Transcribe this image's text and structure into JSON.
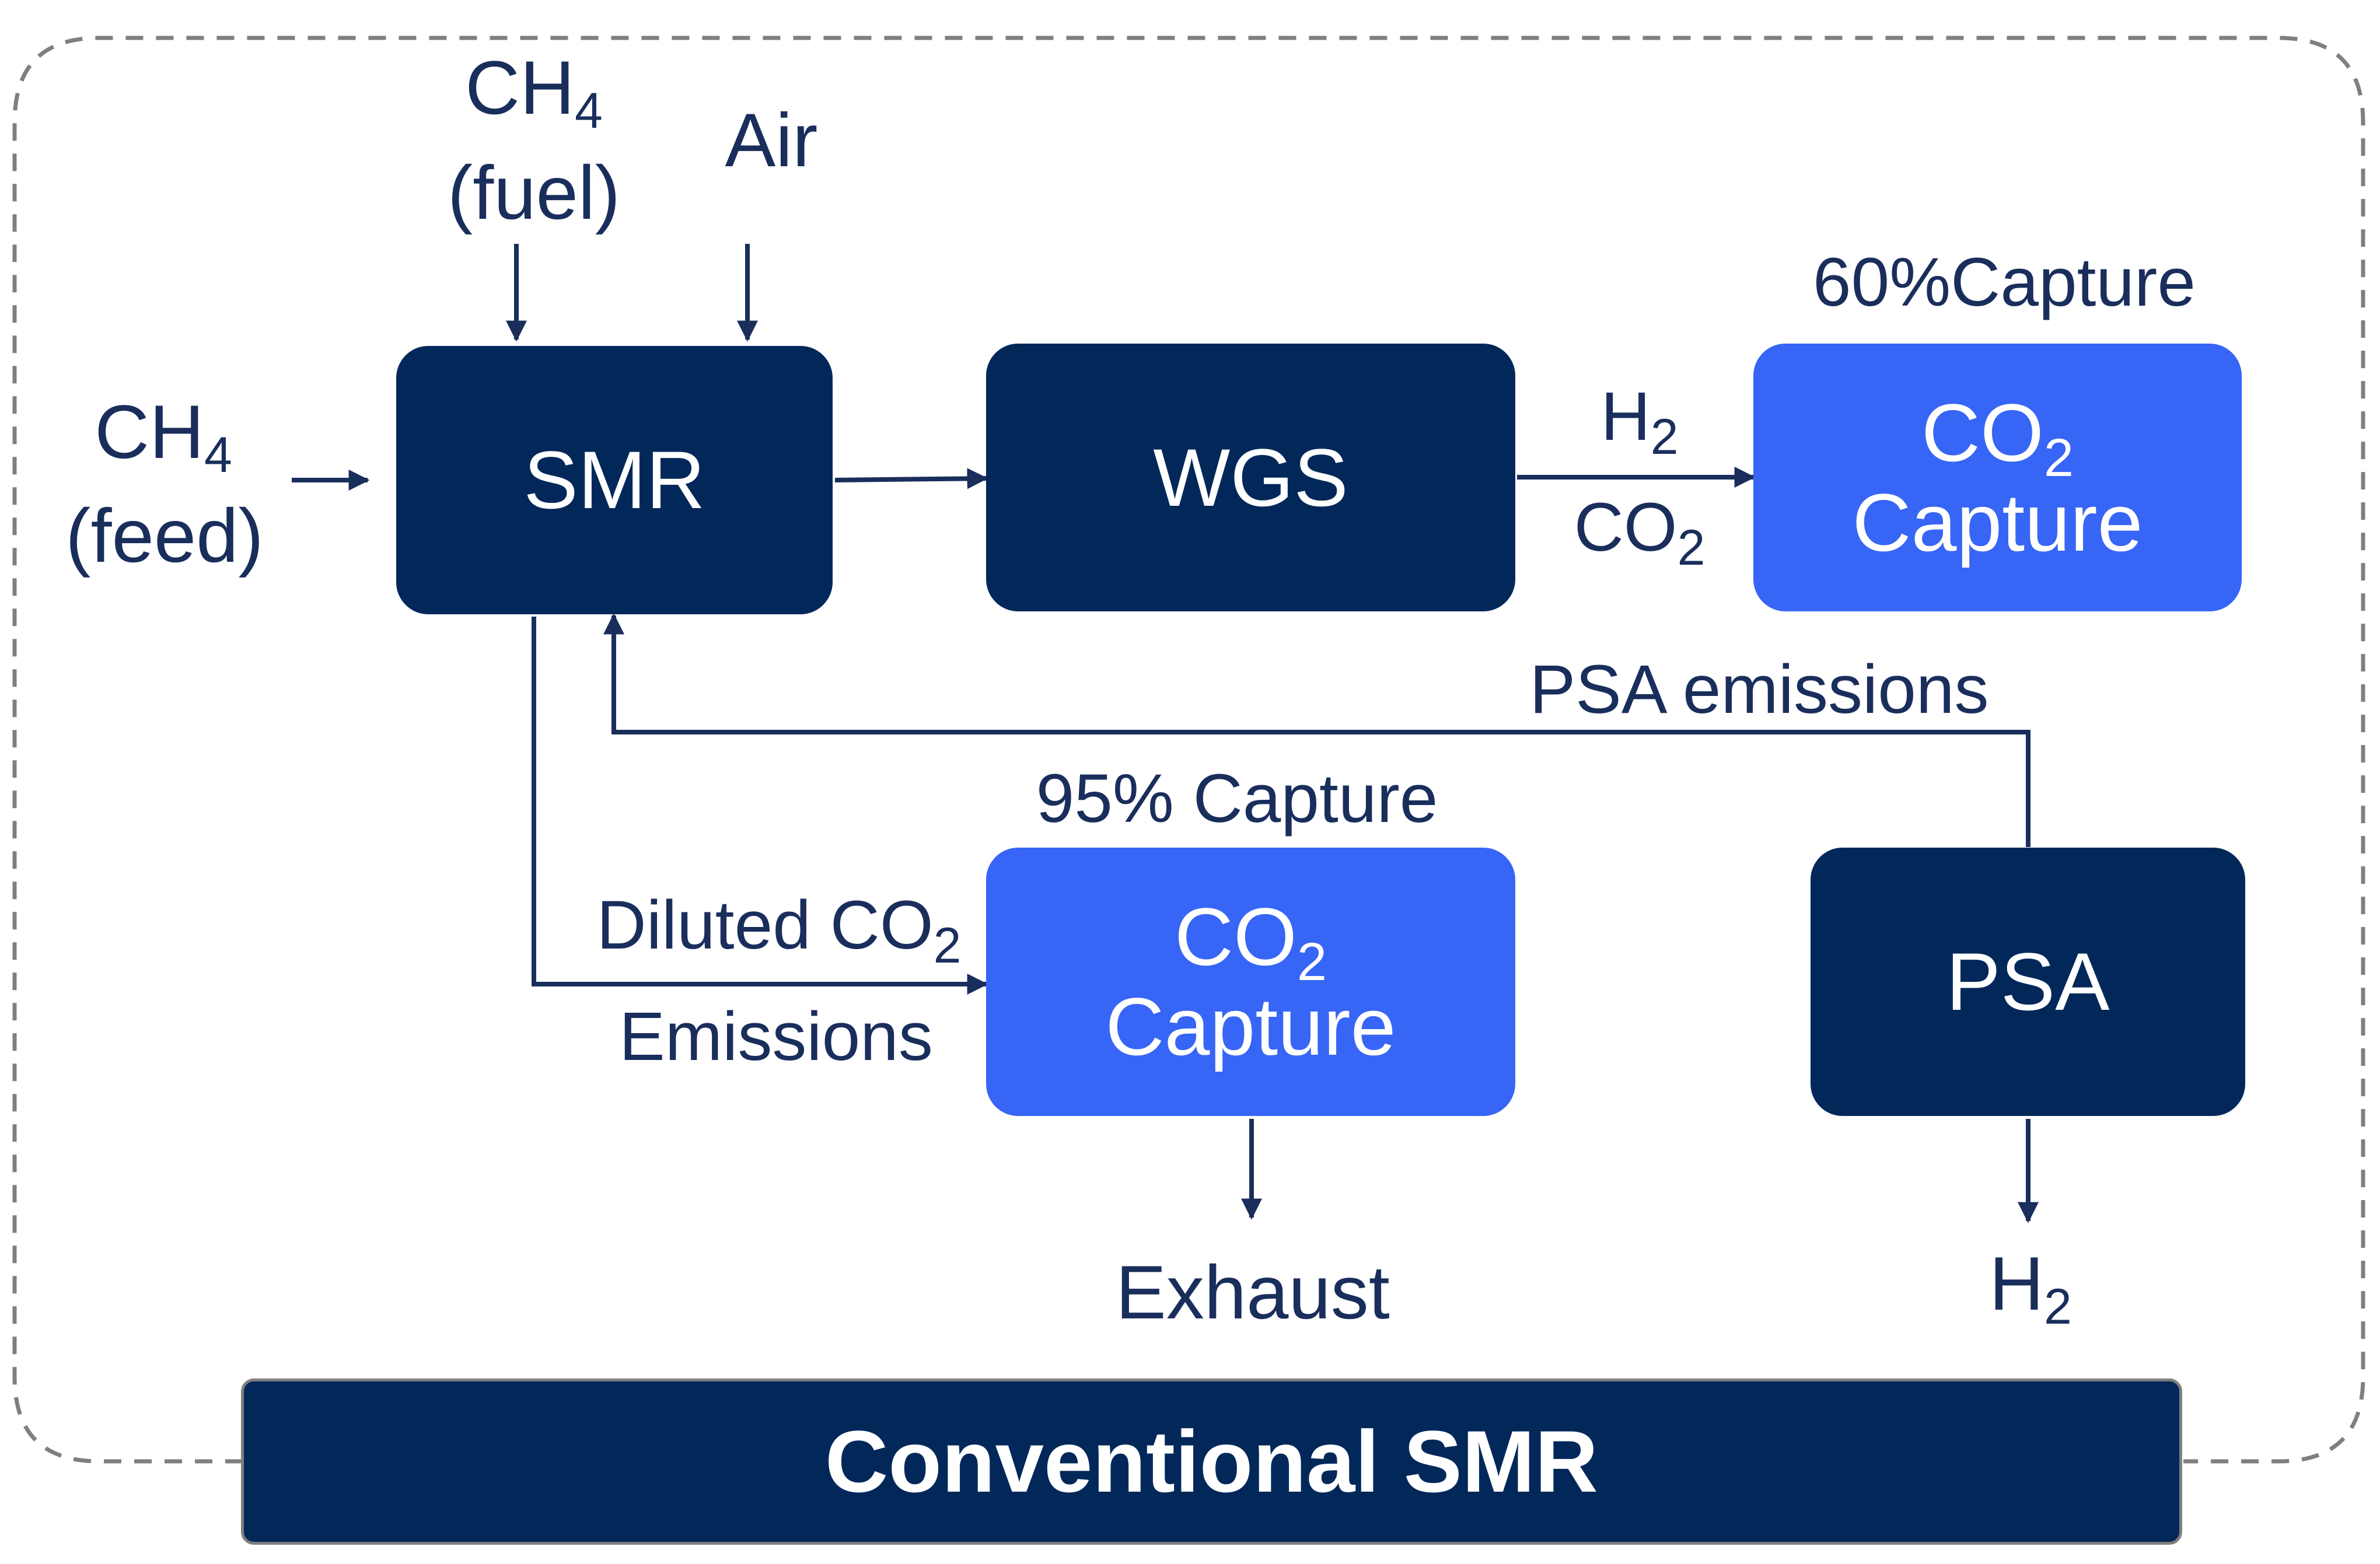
{
  "inputs": {
    "ch4_fuel": {
      "formula": "CH",
      "sub": "4",
      "note": "(fuel)"
    },
    "air": "Air",
    "ch4_feed": {
      "formula": "CH",
      "sub": "4",
      "note": "(feed)"
    }
  },
  "units": {
    "smr": "SMR",
    "wgs": "WGS",
    "psa": "PSA",
    "capture_top": {
      "formula": "CO",
      "sub": "2",
      "word": "Capture"
    },
    "capture_bottom": {
      "formula": "CO",
      "sub": "2",
      "word": "Capture"
    }
  },
  "streams": {
    "h2_mid": {
      "formula": "H",
      "sub": "2"
    },
    "co2_mid": {
      "formula": "CO",
      "sub": "2"
    },
    "psa_emissions": "PSA emissions",
    "diluted": {
      "text": "Diluted CO",
      "sub": "2"
    },
    "emissions": "Emissions",
    "exhaust": "Exhaust",
    "h2_out": {
      "formula": "H",
      "sub": "2"
    }
  },
  "capture_rates": {
    "top": "60%Capture",
    "bottom": "95% Capture"
  },
  "banner": "Conventional SMR",
  "colors": {
    "dark_unit": "#02285a",
    "capture_unit": "#3765f6",
    "text": "#1a2e5c",
    "border": "#7f7f7f"
  }
}
